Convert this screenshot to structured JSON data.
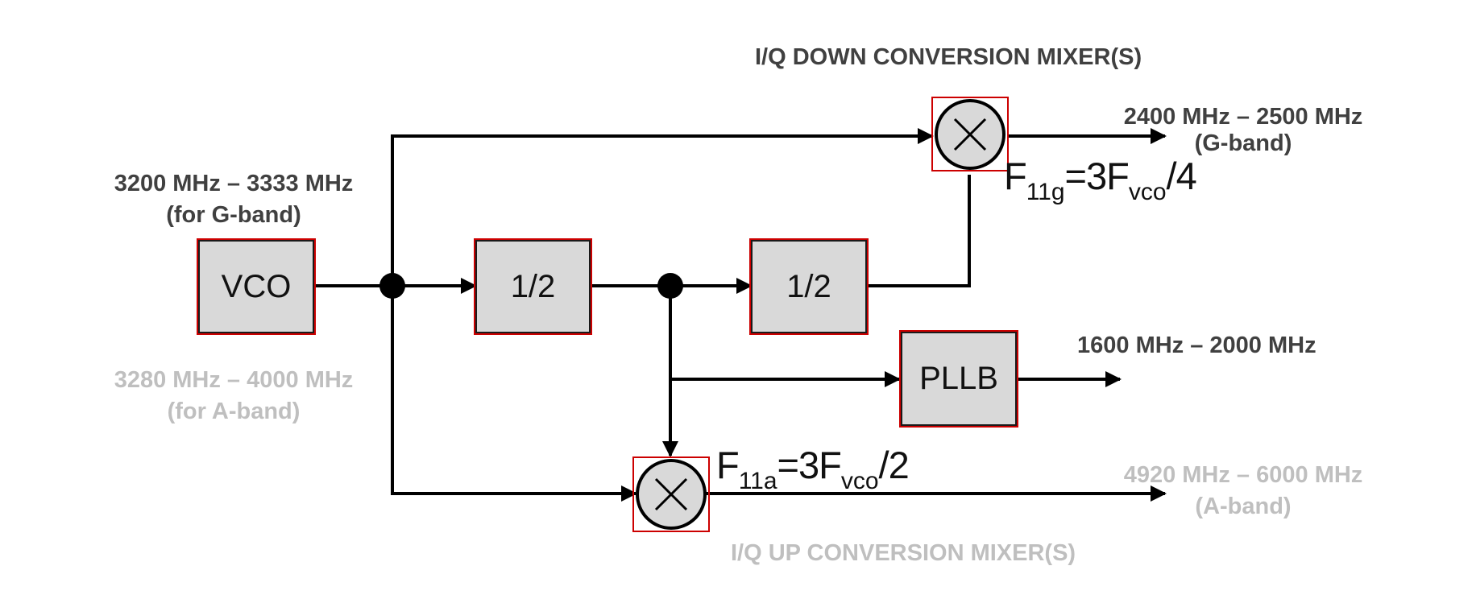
{
  "labels": {
    "down_mixer_title": "I/Q DOWN CONVERSION MIXER(S)",
    "up_mixer_title": "I/Q UP CONVERSION MIXER(S)",
    "g_band_range_line1": "3200 MHz – 3333 MHz",
    "g_band_range_line2": "(for G-band)",
    "a_band_range_line1": "3280 MHz – 4000 MHz",
    "a_band_range_line2": "(for A-band)",
    "g_out_line1": "2400 MHz – 2500 MHz",
    "g_out_line2": "(G-band)",
    "pllb_out": "1600 MHz – 2000 MHz",
    "a_out_line1": "4920 MHz – 6000 MHz",
    "a_out_line2": "(A-band)"
  },
  "blocks": {
    "vco": "VCO",
    "div1": "1/2",
    "div2": "1/2",
    "pllb": "PLLB"
  },
  "formulas": {
    "g": {
      "f": "F",
      "sub1": "11g",
      "mid": "=3F",
      "sub2": "vco",
      "end": "/4"
    },
    "a": {
      "f": "F",
      "sub1": "11a",
      "mid": "=3F",
      "sub2": "vco",
      "end": "/2"
    }
  },
  "colors": {
    "dark_text": "#404040",
    "light_text": "#bfbfbf",
    "block_fill": "#d9d9d9",
    "highlight_border": "#cc0000",
    "line": "#000000"
  }
}
